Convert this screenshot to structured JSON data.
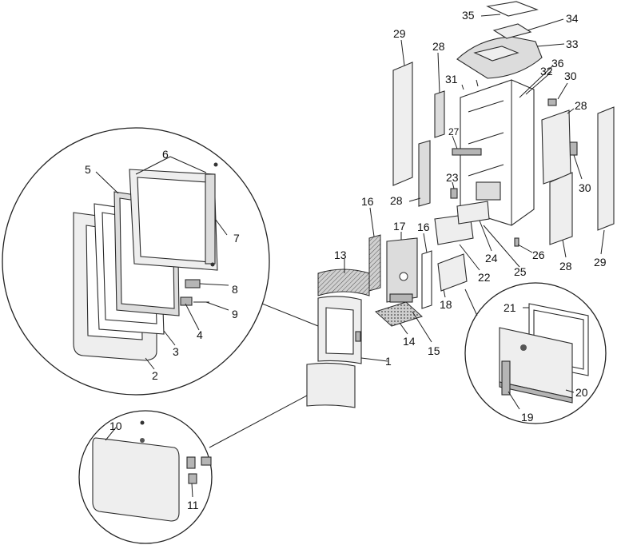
{
  "diagram": {
    "labels": {
      "p1": "1",
      "p2": "2",
      "p3": "3",
      "p4": "4",
      "p5": "5",
      "p6": "6",
      "p7": "7",
      "p8": "8",
      "p9": "9",
      "p10": "10",
      "p11": "11",
      "p13": "13",
      "p14": "14",
      "p15": "15",
      "p16a": "16",
      "p16b": "16",
      "p17": "17",
      "p18": "18",
      "p19": "19",
      "p20": "20",
      "p21": "21",
      "p22": "22",
      "p23": "23",
      "p24": "24",
      "p25": "25",
      "p26": "26",
      "p27": "27",
      "p28a": "28",
      "p28b": "28",
      "p28c": "28",
      "p28d": "28",
      "p29a": "29",
      "p29b": "29",
      "p30a": "30",
      "p30b": "30",
      "p31": "31",
      "p32": "32",
      "p33": "33",
      "p34": "34",
      "p35": "35",
      "p36": "36"
    }
  }
}
